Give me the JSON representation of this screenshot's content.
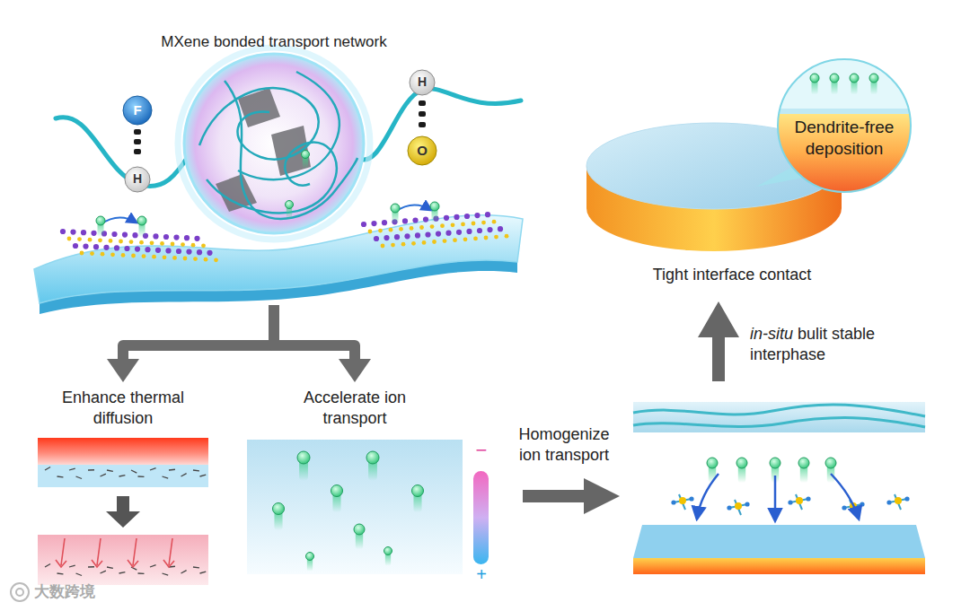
{
  "diagram": {
    "nodes": [
      {
        "text": [
          "MXene bonded transport network"
        ]
      },
      {
        "text": [
          "F"
        ],
        "in": 0
      },
      {
        "text": [
          "H"
        ],
        "in": 0
      },
      {
        "text": [
          "H"
        ],
        "in": 0
      },
      {
        "text": [
          "O"
        ],
        "in": 0
      },
      {
        "text": [
          "Enhance thermal diffusion"
        ]
      },
      {
        "text": [
          "Accelerate ion transport"
        ]
      },
      {
        "text": [
          "Tight interface contact"
        ]
      },
      {
        "text": [
          "Dendrite-free deposition"
        ],
        "in": 7
      }
    ],
    "edges": [
      {
        "from": 0,
        "to": 5,
        "arrow": "to"
      },
      {
        "from": 0,
        "to": 6,
        "arrow": "to"
      }
    ],
    "labels": [
      "−",
      "+",
      "Homogenize ion transport",
      "in-situ",
      "bulit stable interphase",
      "大数跨境"
    ]
  }
}
